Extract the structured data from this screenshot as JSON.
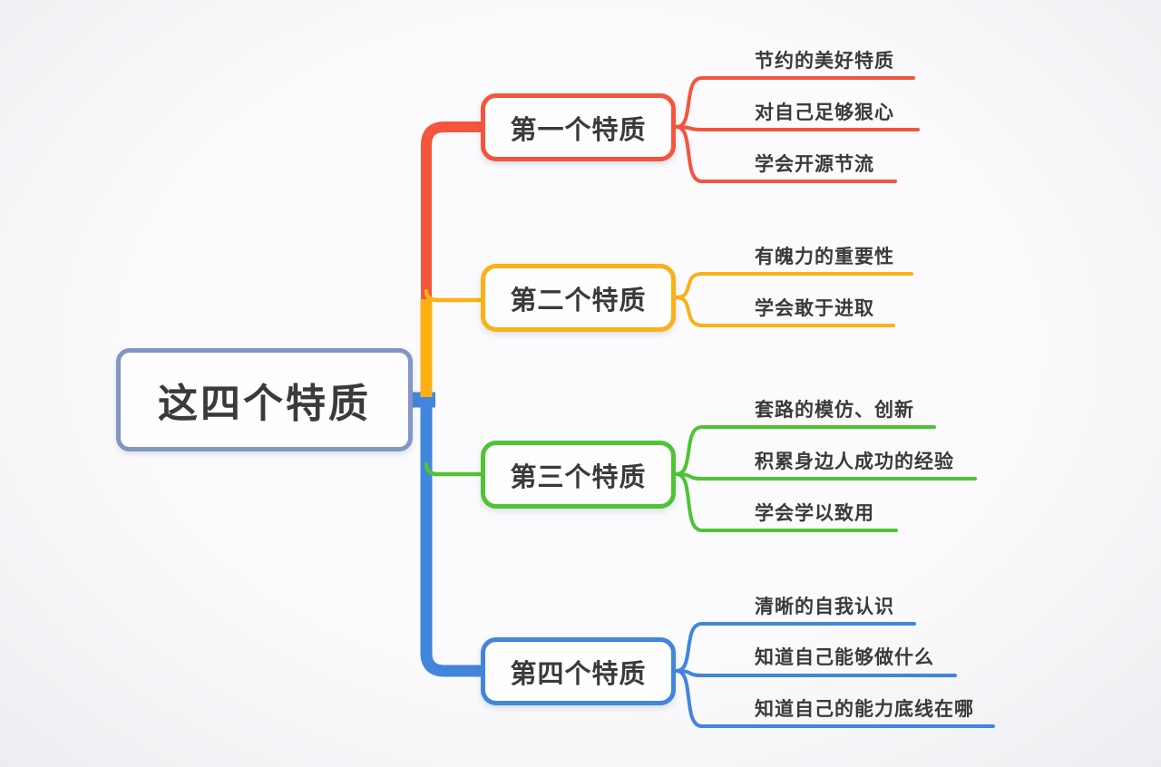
{
  "colors": {
    "red": "#f5543d",
    "yellow": "#fbb016",
    "green": "#4fc336",
    "blue": "#4285dc",
    "node_border": "#8296c4",
    "text": "#3a3a3a",
    "bg": "#f6f7f9"
  },
  "root": {
    "label": "这四个特质"
  },
  "branches": [
    {
      "label": "第一个特质",
      "color": "#f5543d",
      "children": [
        {
          "text": "节约的美好特质"
        },
        {
          "text": "对自己足够狠心"
        },
        {
          "text": "学会开源节流"
        }
      ]
    },
    {
      "label": "第二个特质",
      "color": "#fbb016",
      "children": [
        {
          "text": "有魄力的重要性"
        },
        {
          "text": "学会敢于进取"
        }
      ]
    },
    {
      "label": "第三个特质",
      "color": "#4fc336",
      "children": [
        {
          "text": "套路的模仿、创新"
        },
        {
          "text": "积累身边人成功的经验"
        },
        {
          "text": "学会学以致用"
        }
      ]
    },
    {
      "label": "第四个特质",
      "color": "#4285dc",
      "children": [
        {
          "text": "清晰的自我认识"
        },
        {
          "text": "知道自己能够做什么"
        },
        {
          "text": "知道自己的能力底线在哪"
        }
      ]
    }
  ]
}
